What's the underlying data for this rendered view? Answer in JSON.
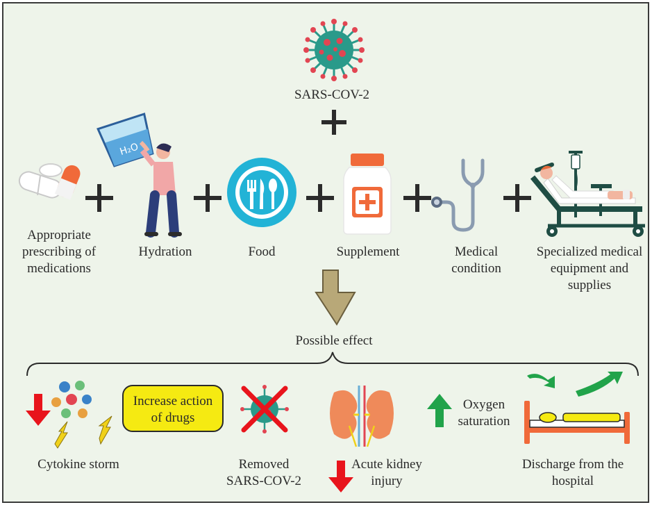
{
  "virus_label": "SARS-COV-2",
  "inputs": {
    "medications": "Appropriate\nprescribing of\nmedications",
    "hydration": "Hydration",
    "hydration_glass_text": "H₂O",
    "food": "Food",
    "supplement": "Supplement",
    "medical_condition": "Medical\ncondition",
    "equipment": "Specialized medical\nequipment and\nsupplies"
  },
  "possible_effect": "Possible effect",
  "effects": {
    "cytokine_storm": "Cytokine storm",
    "increase_drugs_line1": "Increase action",
    "increase_drugs_line2": "of drugs",
    "removed_virus": "Removed\nSARS-COV-2",
    "kidney_injury": "Acute kidney\ninjury",
    "oxygen": "Oxygen\nsaturation",
    "discharge": "Discharge from the\nhospital"
  },
  "colors": {
    "background": "#eef4ea",
    "plus": "#2b2b2b",
    "down_arrow_red": "#e8141c",
    "up_arrow_green": "#21a34a",
    "pill_yellow": "#f5ea12",
    "big_arrow_fill": "#b8a878",
    "virus_teal": "#2a9a8a",
    "virus_red": "#e24552",
    "food_blue": "#22b3d6",
    "supplement_orange": "#f06a3a",
    "kidney_orange": "#ef8a5a"
  }
}
